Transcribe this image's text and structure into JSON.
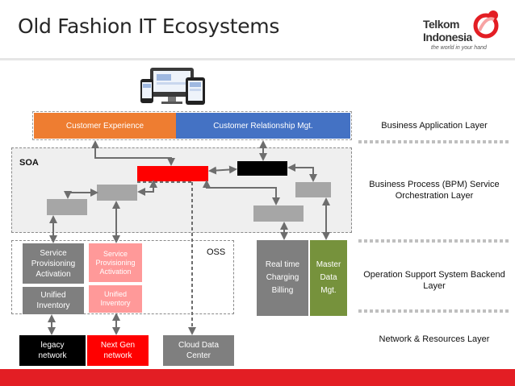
{
  "title": "Old Fashion IT Ecosystems",
  "logo": {
    "line1": "Telkom",
    "line2": "Indonesia",
    "tagline": "the world in your hand"
  },
  "top_row": {
    "customer_experience": "Customer Experience",
    "crm": "Customer Relationship Mgt."
  },
  "soa_label": "SOA",
  "oss_label": "OSS",
  "oss_boxes": {
    "service_provisioning": "Service Provisioning Activation",
    "service_provisioning_faded": "Service Provisioning Activation",
    "unified_inventory": "Unified Inventory",
    "unified_inventory_faded": "Unified Inventory"
  },
  "billing": "Real time Charging Billing",
  "master_data": "Master Data Mgt.",
  "bottom_row": {
    "legacy": "legacy network",
    "next_gen": "Next Gen network",
    "cloud": "Cloud Data Center"
  },
  "layers": {
    "business_app": "Business Application Layer",
    "bpm": "Business Process (BPM) Service Orchestration Layer",
    "oss": "Operation Support System Backend Layer",
    "network": "Network & Resources Layer"
  },
  "colors": {
    "orange": "#ee7d31",
    "blue": "#4472c4",
    "gray": "#7f7f7f",
    "light_gray": "#a6a6a6",
    "red": "#ff0000",
    "pink": "#ff9999",
    "green": "#76923c",
    "black": "#000000",
    "brand_red": "#e31e24"
  }
}
